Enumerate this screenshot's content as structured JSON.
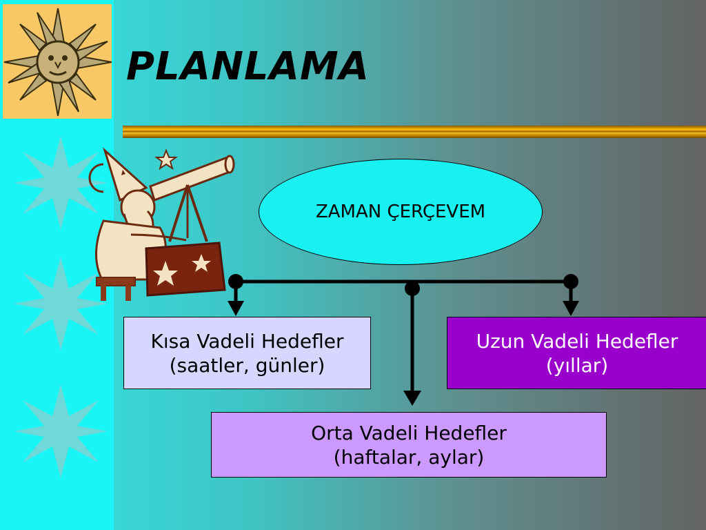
{
  "slide": {
    "title": "PLANLAMA"
  },
  "diagram": {
    "root": "ZAMAN ÇERÇEVEM",
    "short_term": {
      "line1": "Kısa Vadeli Hedefler",
      "line2": "(saatler, günler)"
    },
    "long_term": {
      "line1": "Uzun Vadeli Hedefler",
      "line2": "(yıllar)"
    },
    "mid_term": {
      "line1": "Orta Vadeli Hedefler",
      "line2": "(haftalar, aylar)"
    }
  },
  "colors": {
    "ellipse_fill": "#19f0f0",
    "short_box_fill": "#d6d6ff",
    "long_box_fill": "#9900cc",
    "mid_box_fill": "#cc99ff",
    "strip": "#19f5f5",
    "sun_tile": "#f8c866"
  },
  "icons": [
    "sun-face-icon",
    "pale-star-icon",
    "wizard-telescope-illustration"
  ]
}
